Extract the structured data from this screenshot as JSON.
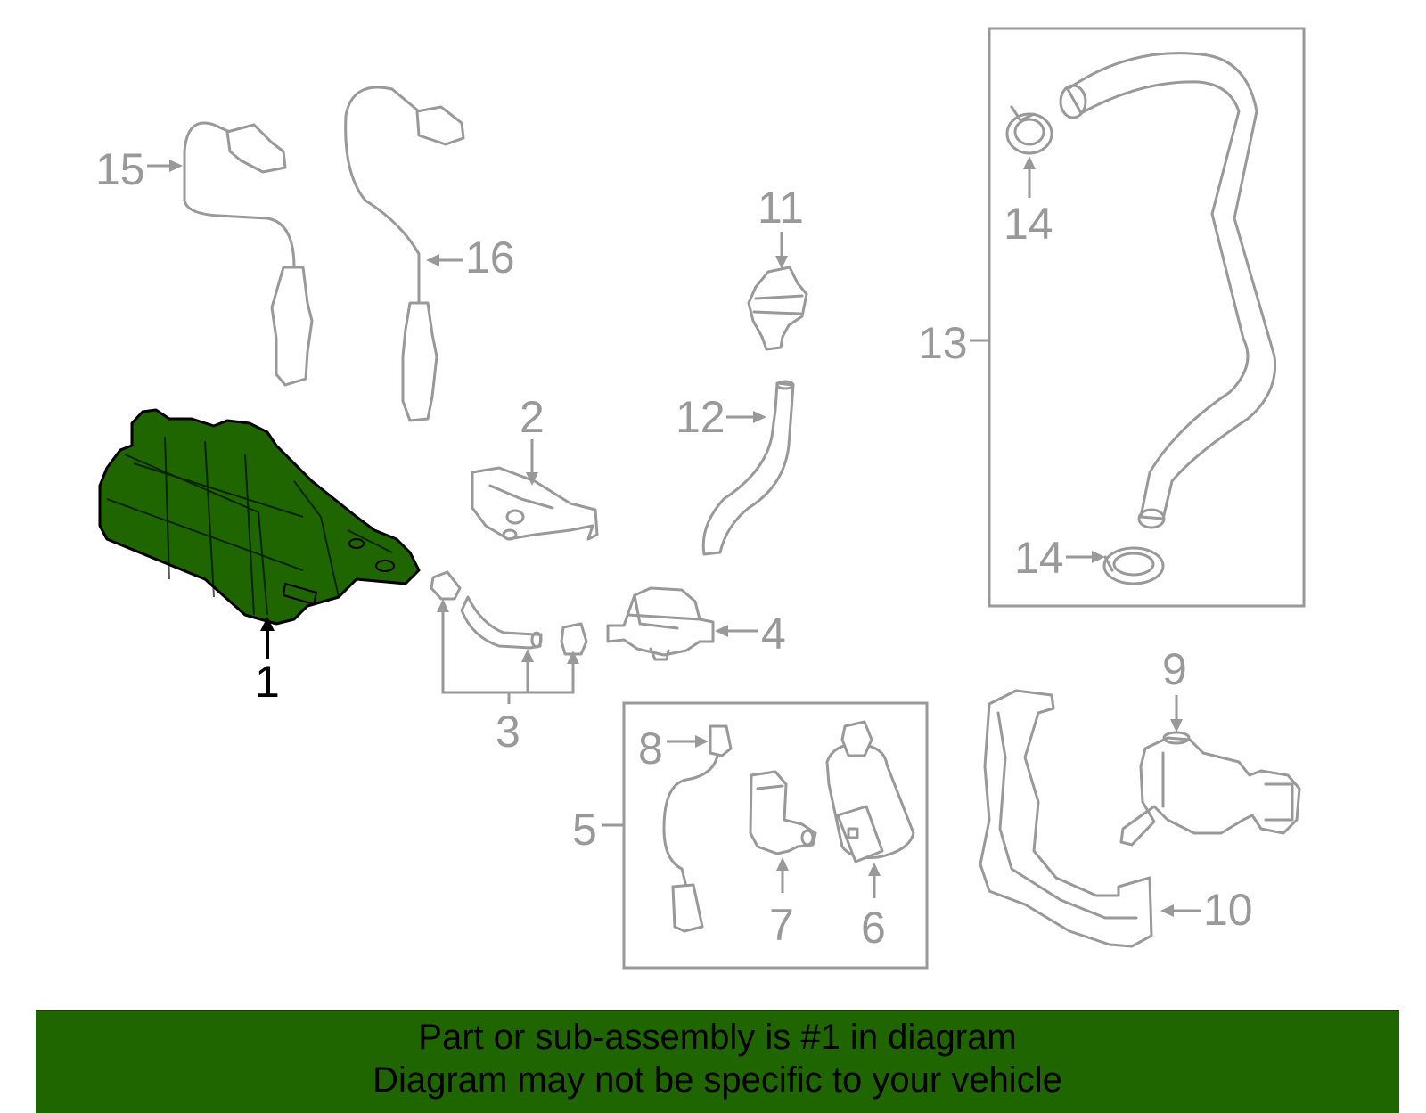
{
  "diagram": {
    "callouts": {
      "c1": "1",
      "c2": "2",
      "c3": "3",
      "c4": "4",
      "c5": "5",
      "c6": "6",
      "c7": "7",
      "c8": "8",
      "c9": "9",
      "c10": "10",
      "c11": "11",
      "c12": "12",
      "c13": "13",
      "c14a": "14",
      "c14b": "14",
      "c15": "15",
      "c16": "16"
    },
    "highlighted_part": "1",
    "colors": {
      "highlight_fill": "#1f6600",
      "part_stroke": "#999999",
      "banner_bg": "#1f6600"
    }
  },
  "banner": {
    "line1": "Part or sub-assembly is #1 in diagram",
    "line2": "Diagram may not be specific to your vehicle"
  }
}
